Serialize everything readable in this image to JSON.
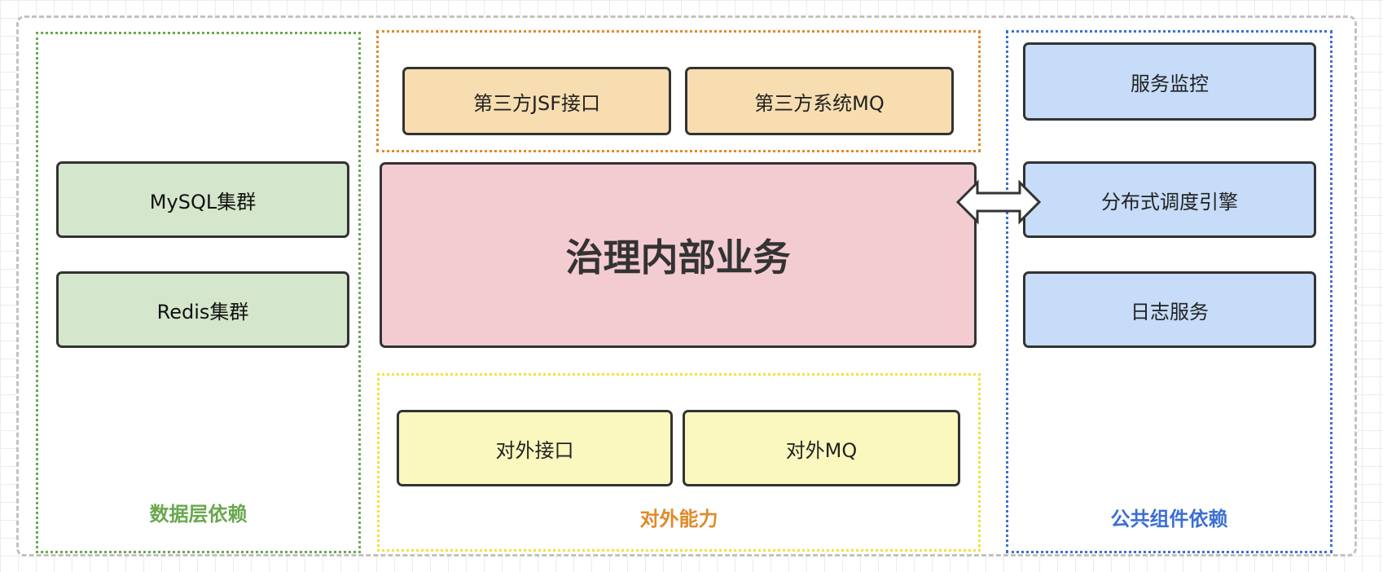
{
  "colors": {
    "data_group": "#6aa84f",
    "outer_group": "#e08a2a",
    "public_group": "#3c6fd4",
    "external_group": "#f2e23a",
    "green_fill": "#d4e6cb",
    "orange_fill": "#f7ddb0",
    "pink_fill": "#f3ccd2",
    "blue_fill": "#c6dcf8",
    "yellow_fill": "#fbf8bf"
  },
  "groups": {
    "data": {
      "label": "数据层依赖",
      "boxes": [
        "MySQL集群",
        "Redis集群"
      ]
    },
    "third_party": {
      "boxes": [
        "第三方JSF接口",
        "第三方系统MQ"
      ]
    },
    "core": {
      "label": "治理内部业务"
    },
    "external": {
      "label": "对外能力",
      "boxes": [
        "对外接口",
        "对外MQ"
      ]
    },
    "public": {
      "label": "公共组件依赖",
      "boxes": [
        "服务监控",
        "分布式调度引擎",
        "日志服务"
      ]
    }
  }
}
